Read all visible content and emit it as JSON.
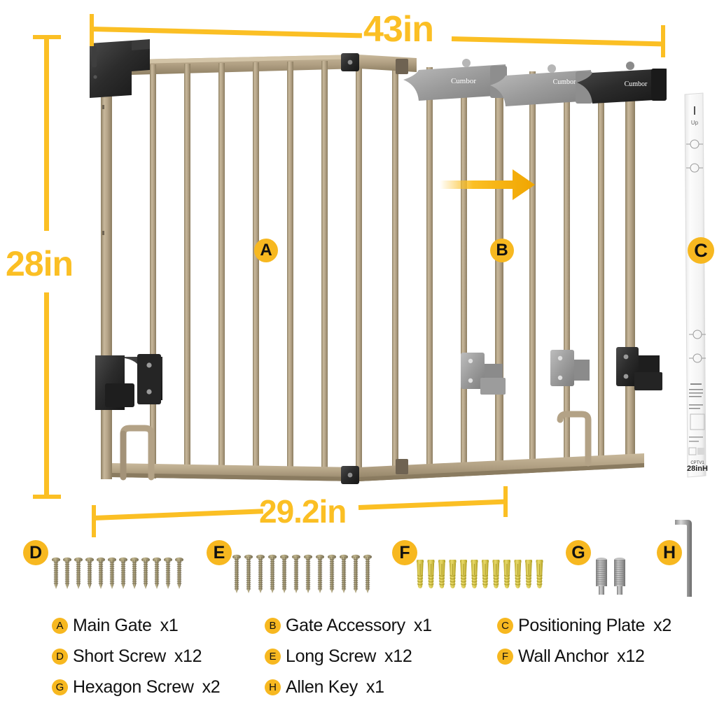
{
  "dimensions": {
    "top_width": "43in",
    "bottom_width": "29.2in",
    "height": "28in"
  },
  "diagram_markers": {
    "a": "A",
    "b": "B",
    "c": "C",
    "d": "D",
    "e": "E",
    "f": "F",
    "g": "G",
    "h": "H"
  },
  "product": {
    "brand": "Cumbor",
    "plate_text": "28inH",
    "plate_sub": "CPTV1"
  },
  "parts": [
    {
      "key": "A",
      "name": "Main Gate",
      "qty": "x1"
    },
    {
      "key": "B",
      "name": "Gate Accessory",
      "qty": "x1"
    },
    {
      "key": "C",
      "name": "Positioning Plate",
      "qty": "x2"
    },
    {
      "key": "D",
      "name": "Short Screw",
      "qty": "x12"
    },
    {
      "key": "E",
      "name": "Long Screw",
      "qty": "x12"
    },
    {
      "key": "F",
      "name": "Wall Anchor",
      "qty": "x12"
    },
    {
      "key": "G",
      "name": "Hexagon Screw",
      "qty": "x2"
    },
    {
      "key": "H",
      "name": "Allen Key",
      "qty": "x1"
    }
  ],
  "counts": {
    "short_screws": 12,
    "long_screws": 12,
    "wall_anchors": 12,
    "hexagon_screws": 2,
    "allen_keys": 1
  },
  "colors": {
    "accent": "#F7B820",
    "dimension": "#FBBF24",
    "frame": "#B9A88C",
    "bracket_dark": "#2B2B2B",
    "bracket_gray": "#9A9A9A",
    "anchor": "#D4C14A",
    "screw": "#A89A72"
  },
  "icons": {
    "arrow": "extension-arrow-icon",
    "allen_key": "allen-key-icon"
  }
}
